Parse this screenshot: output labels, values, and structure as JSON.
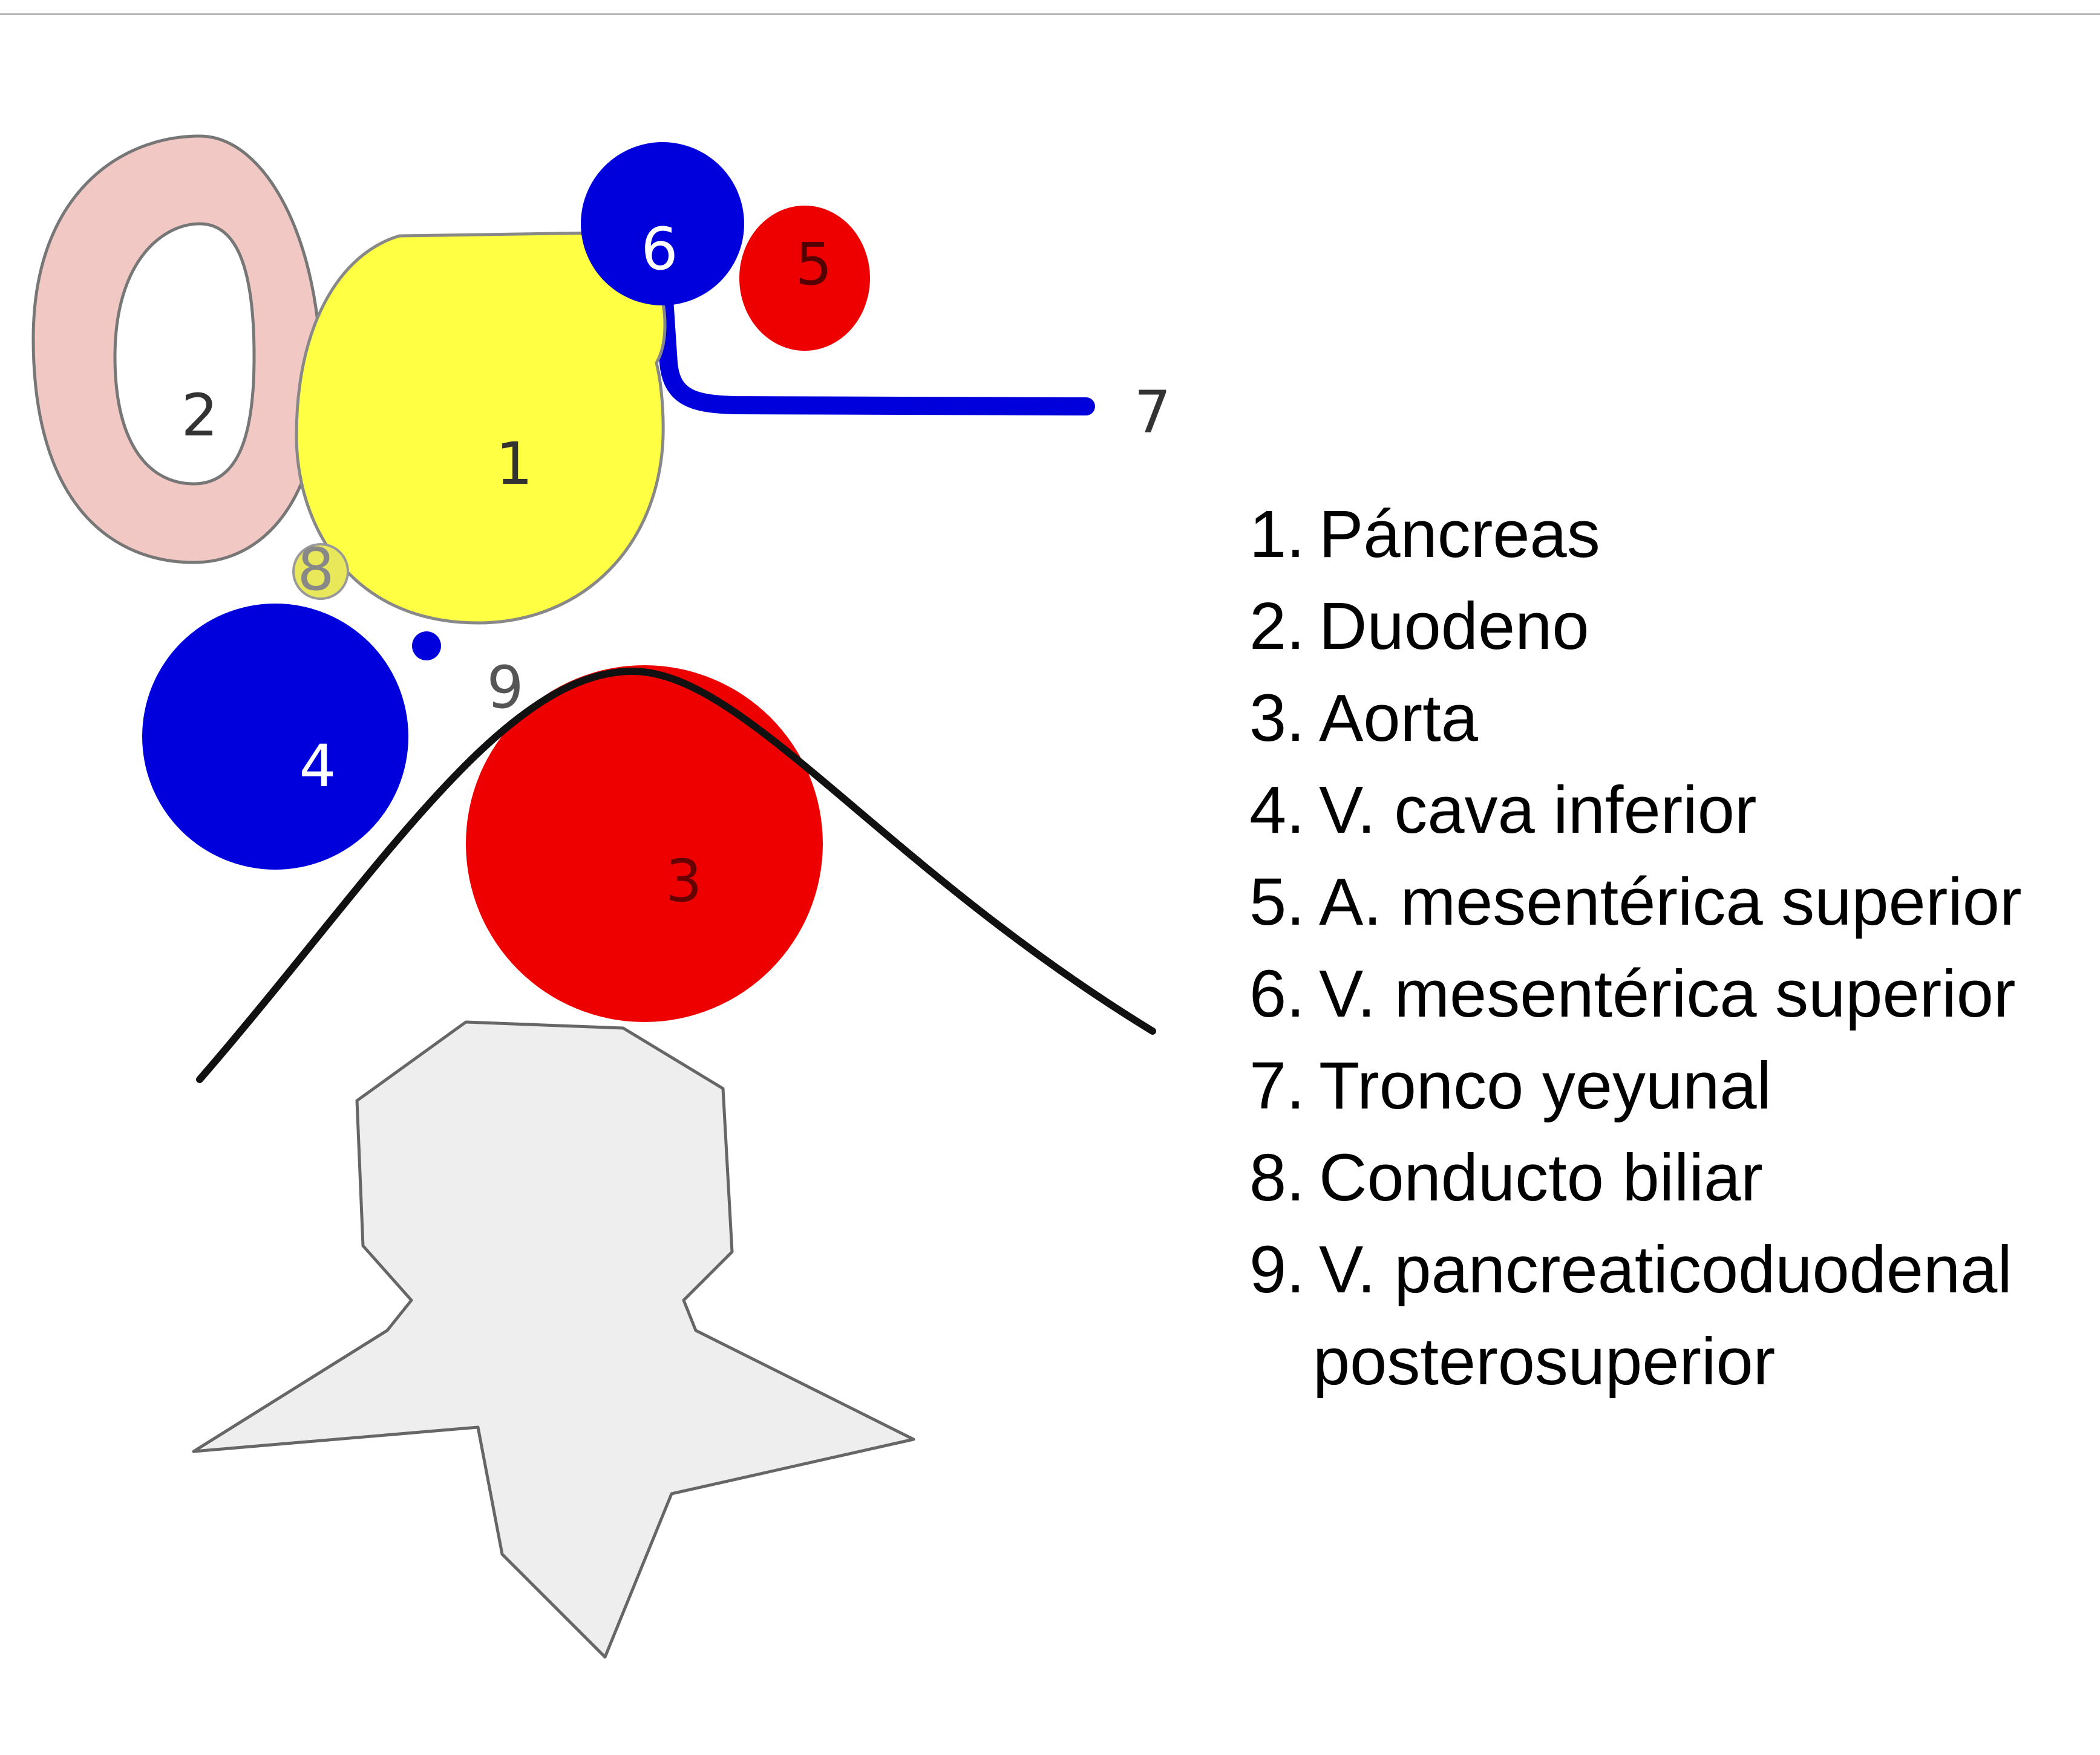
{
  "diagram": {
    "shape_labels": {
      "pancreas": "1",
      "duodenum": "2",
      "aorta": "3",
      "vena_cava": "4",
      "sma": "5",
      "smv": "6",
      "jejunal_trunk": "7",
      "bile_duct": "8",
      "pancreaticoduodenal_vein": "9"
    },
    "colors": {
      "pancreas": "#ffff44",
      "duodenum": "#f2c8c4",
      "artery": "#ee0000",
      "vein": "#0000dd",
      "vertebra": "#eeeeee",
      "outline": "#666666",
      "fascia": "#111111"
    }
  },
  "legend": {
    "items": [
      {
        "num": "1.",
        "text": "Páncreas"
      },
      {
        "num": "2.",
        "text": "Duodeno"
      },
      {
        "num": "3.",
        "text": "Aorta"
      },
      {
        "num": "4.",
        "text": "V. cava inferior"
      },
      {
        "num": "5.",
        "text": "A. mesentérica superior"
      },
      {
        "num": "6.",
        "text": "V. mesentérica superior"
      },
      {
        "num": "7.",
        "text": "Tronco yeyunal"
      },
      {
        "num": "8.",
        "text": "Conducto biliar"
      },
      {
        "num": "9.",
        "text": "V. pancreaticoduodenal",
        "cont": "posterosuperior"
      }
    ]
  }
}
